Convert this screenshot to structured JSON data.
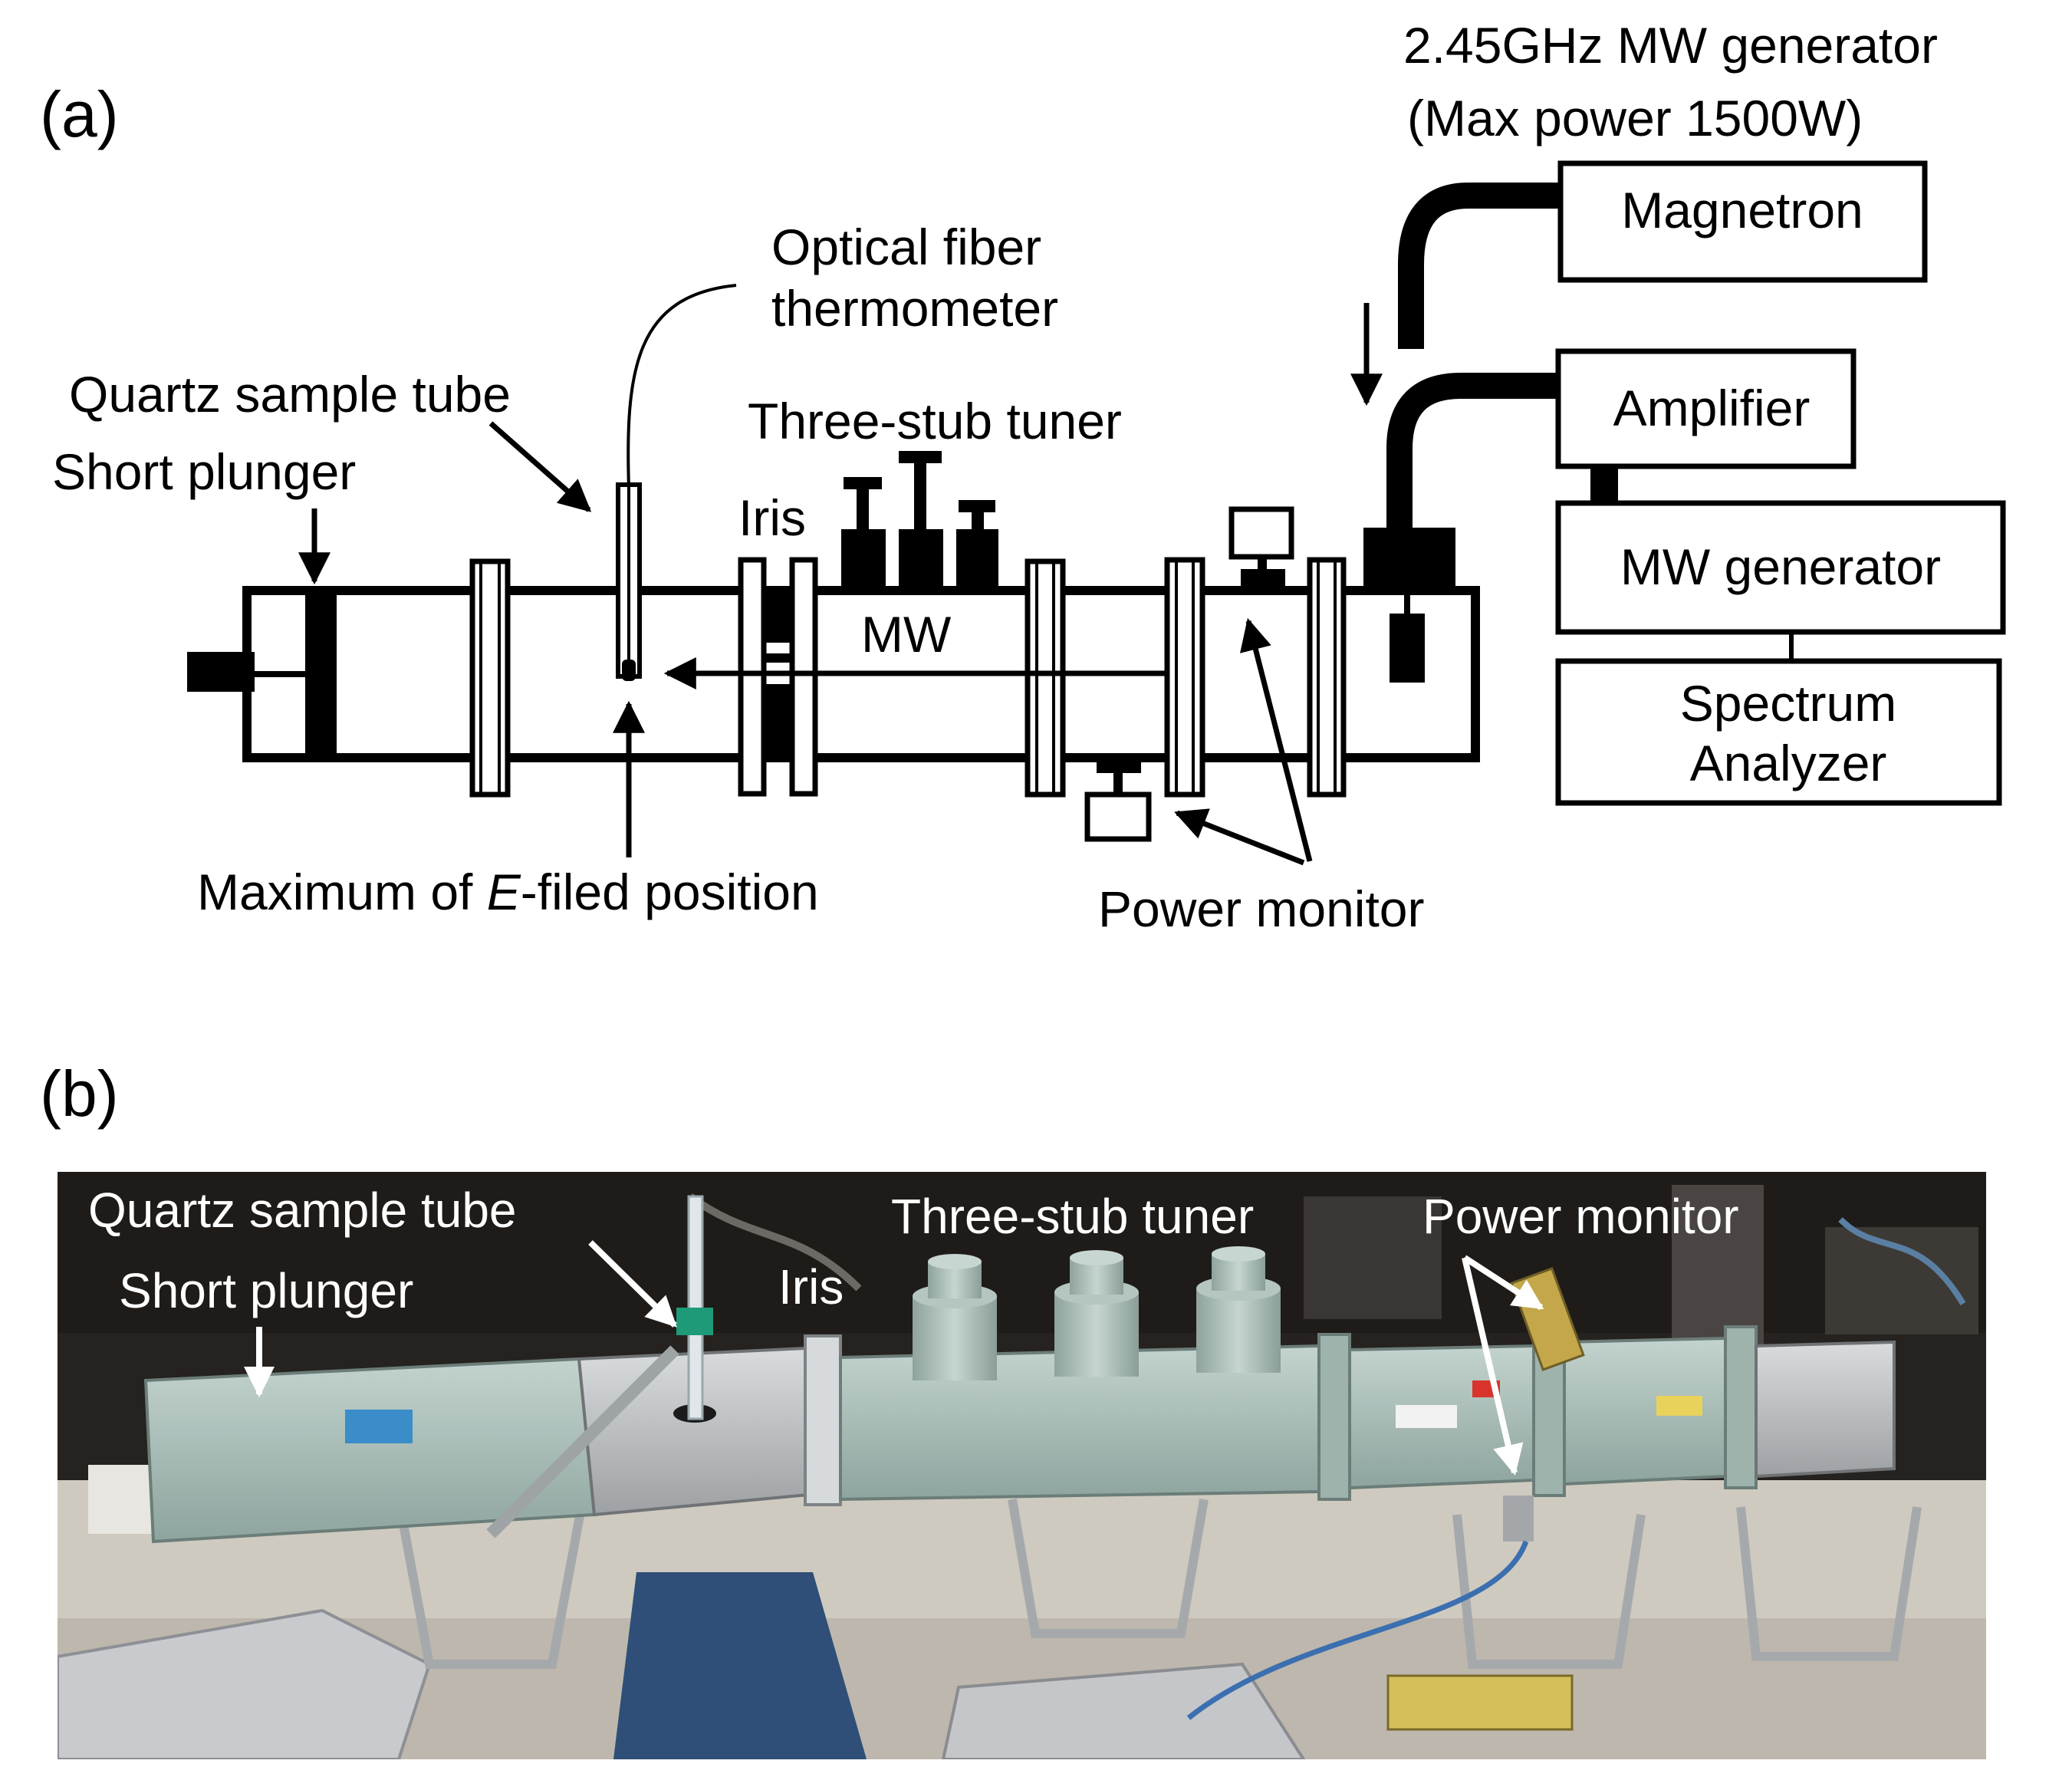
{
  "panel_a": {
    "tag": "(a)",
    "generator_title": "2.45GHz MW generator",
    "generator_subtitle": "(Max power 1500W)",
    "magnetron": "Magnetron",
    "amplifier": "Amplifier",
    "mw_generator": "MW generator",
    "spectrum_line1": "Spectrum",
    "spectrum_line2": "Analyzer",
    "optical_fiber_line1": "Optical fiber",
    "optical_fiber_line2": "thermometer",
    "quartz_tube": "Quartz sample tube",
    "short_plunger": "Short plunger",
    "three_stub": "Three-stub tuner",
    "iris": "Iris",
    "mw": "MW",
    "max_e_prefix": "Maximum of ",
    "max_e_italic": "E",
    "max_e_suffix": "-filed position",
    "power_monitor": "Power monitor"
  },
  "panel_b": {
    "tag": "(b)",
    "quartz_tube": "Quartz sample tube",
    "short_plunger": "Short plunger",
    "iris": "Iris",
    "three_stub": "Three-stub tuner",
    "power_monitor": "Power monitor"
  },
  "colors": {
    "ink": "#000000",
    "waveguide": "#a9bcb6",
    "steel": "#b9bcbe",
    "bench": "#cfcac0",
    "photo_bg": "#26221f"
  }
}
